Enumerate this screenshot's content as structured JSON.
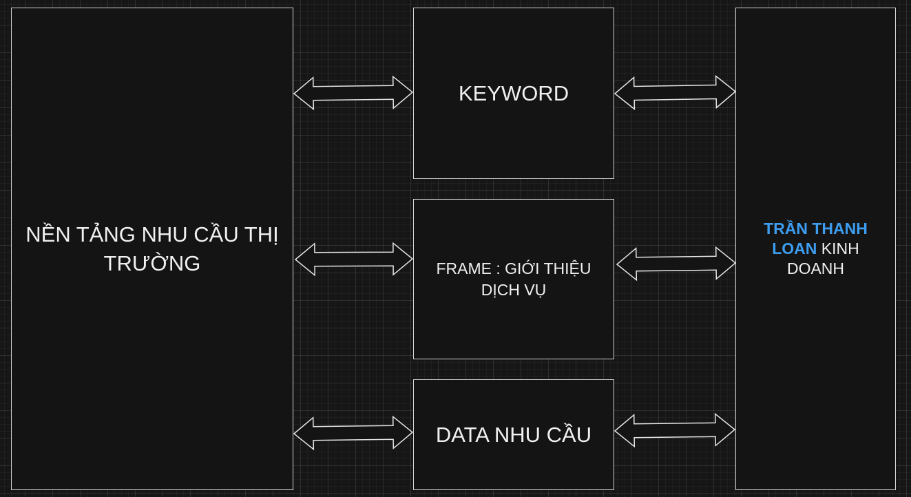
{
  "left_box": {
    "text": "NỀN TẢNG NHU CẦU THỊ TRƯỜNG"
  },
  "middle_boxes": {
    "keyword": "KEYWORD",
    "frame": "FRAME : GIỚI THIỆU DỊCH VỤ",
    "data": "DATA NHU CẦU"
  },
  "right_box": {
    "name": "TRẦN THANH LOAN",
    "rest": " KINH DOANH"
  },
  "colors": {
    "name_highlight": "#3d9df0",
    "stroke": "#d4d4d4",
    "background": "#161616"
  }
}
